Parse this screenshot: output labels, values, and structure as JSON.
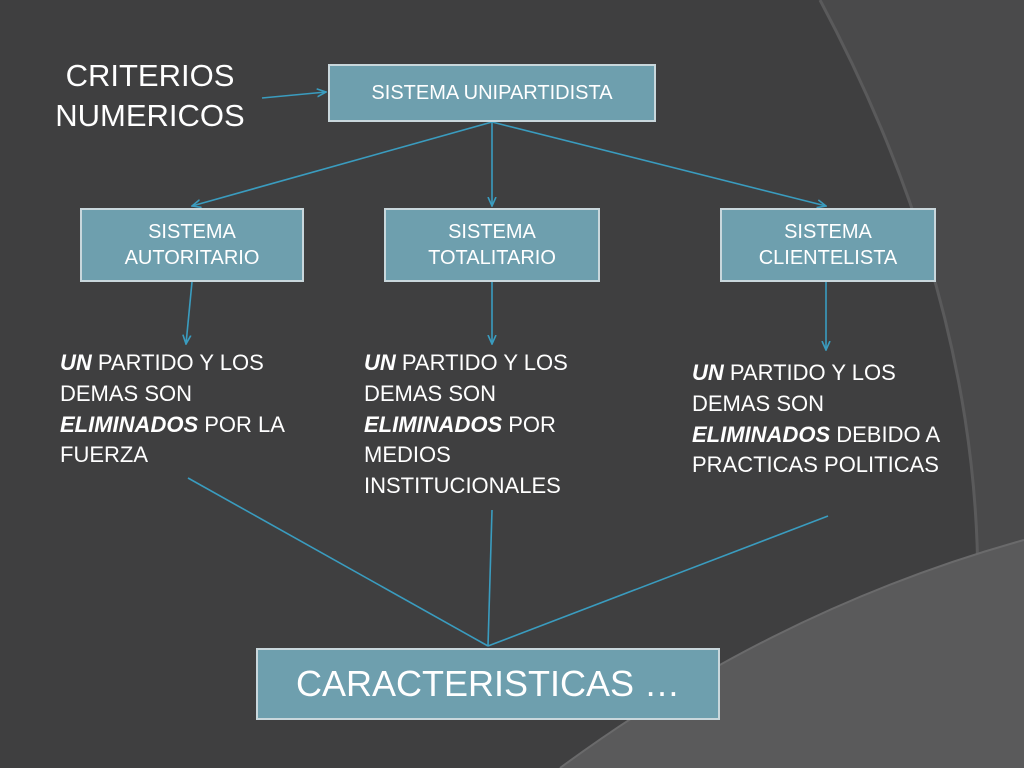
{
  "colors": {
    "background": "#3f3f40",
    "box_fill": "#6e9fae",
    "box_border": "#c9d7dc",
    "connector": "#3a9cbf",
    "text": "#ffffff"
  },
  "title": "CRITERIOS\nNUMERICOS",
  "root": {
    "label": "SISTEMA UNIPARTIDISTA"
  },
  "branches": [
    {
      "label": "SISTEMA\nAUTORITARIO",
      "desc": {
        "lead": "UN",
        "a": "  PARTIDO Y LOS DEMAS SON ",
        "emph": "ELIMINADOS",
        "b": " POR LA FUERZA"
      }
    },
    {
      "label": "SISTEMA\nTOTALITARIO",
      "desc": {
        "lead": "UN",
        "a": " PARTIDO Y LOS DEMAS SON ",
        "emph": "ELIMINADOS",
        "b": " POR MEDIOS INSTITUCIONALES"
      }
    },
    {
      "label": "SISTEMA\nCLIENTELISTA",
      "desc": {
        "lead": "UN",
        "a": " PARTIDO Y LOS DEMAS SON ",
        "emph": "ELIMINADOS",
        "b": " DEBIDO A PRACTICAS POLITICAS"
      }
    }
  ],
  "bottom": {
    "label": "CARACTERISTICAS …"
  }
}
